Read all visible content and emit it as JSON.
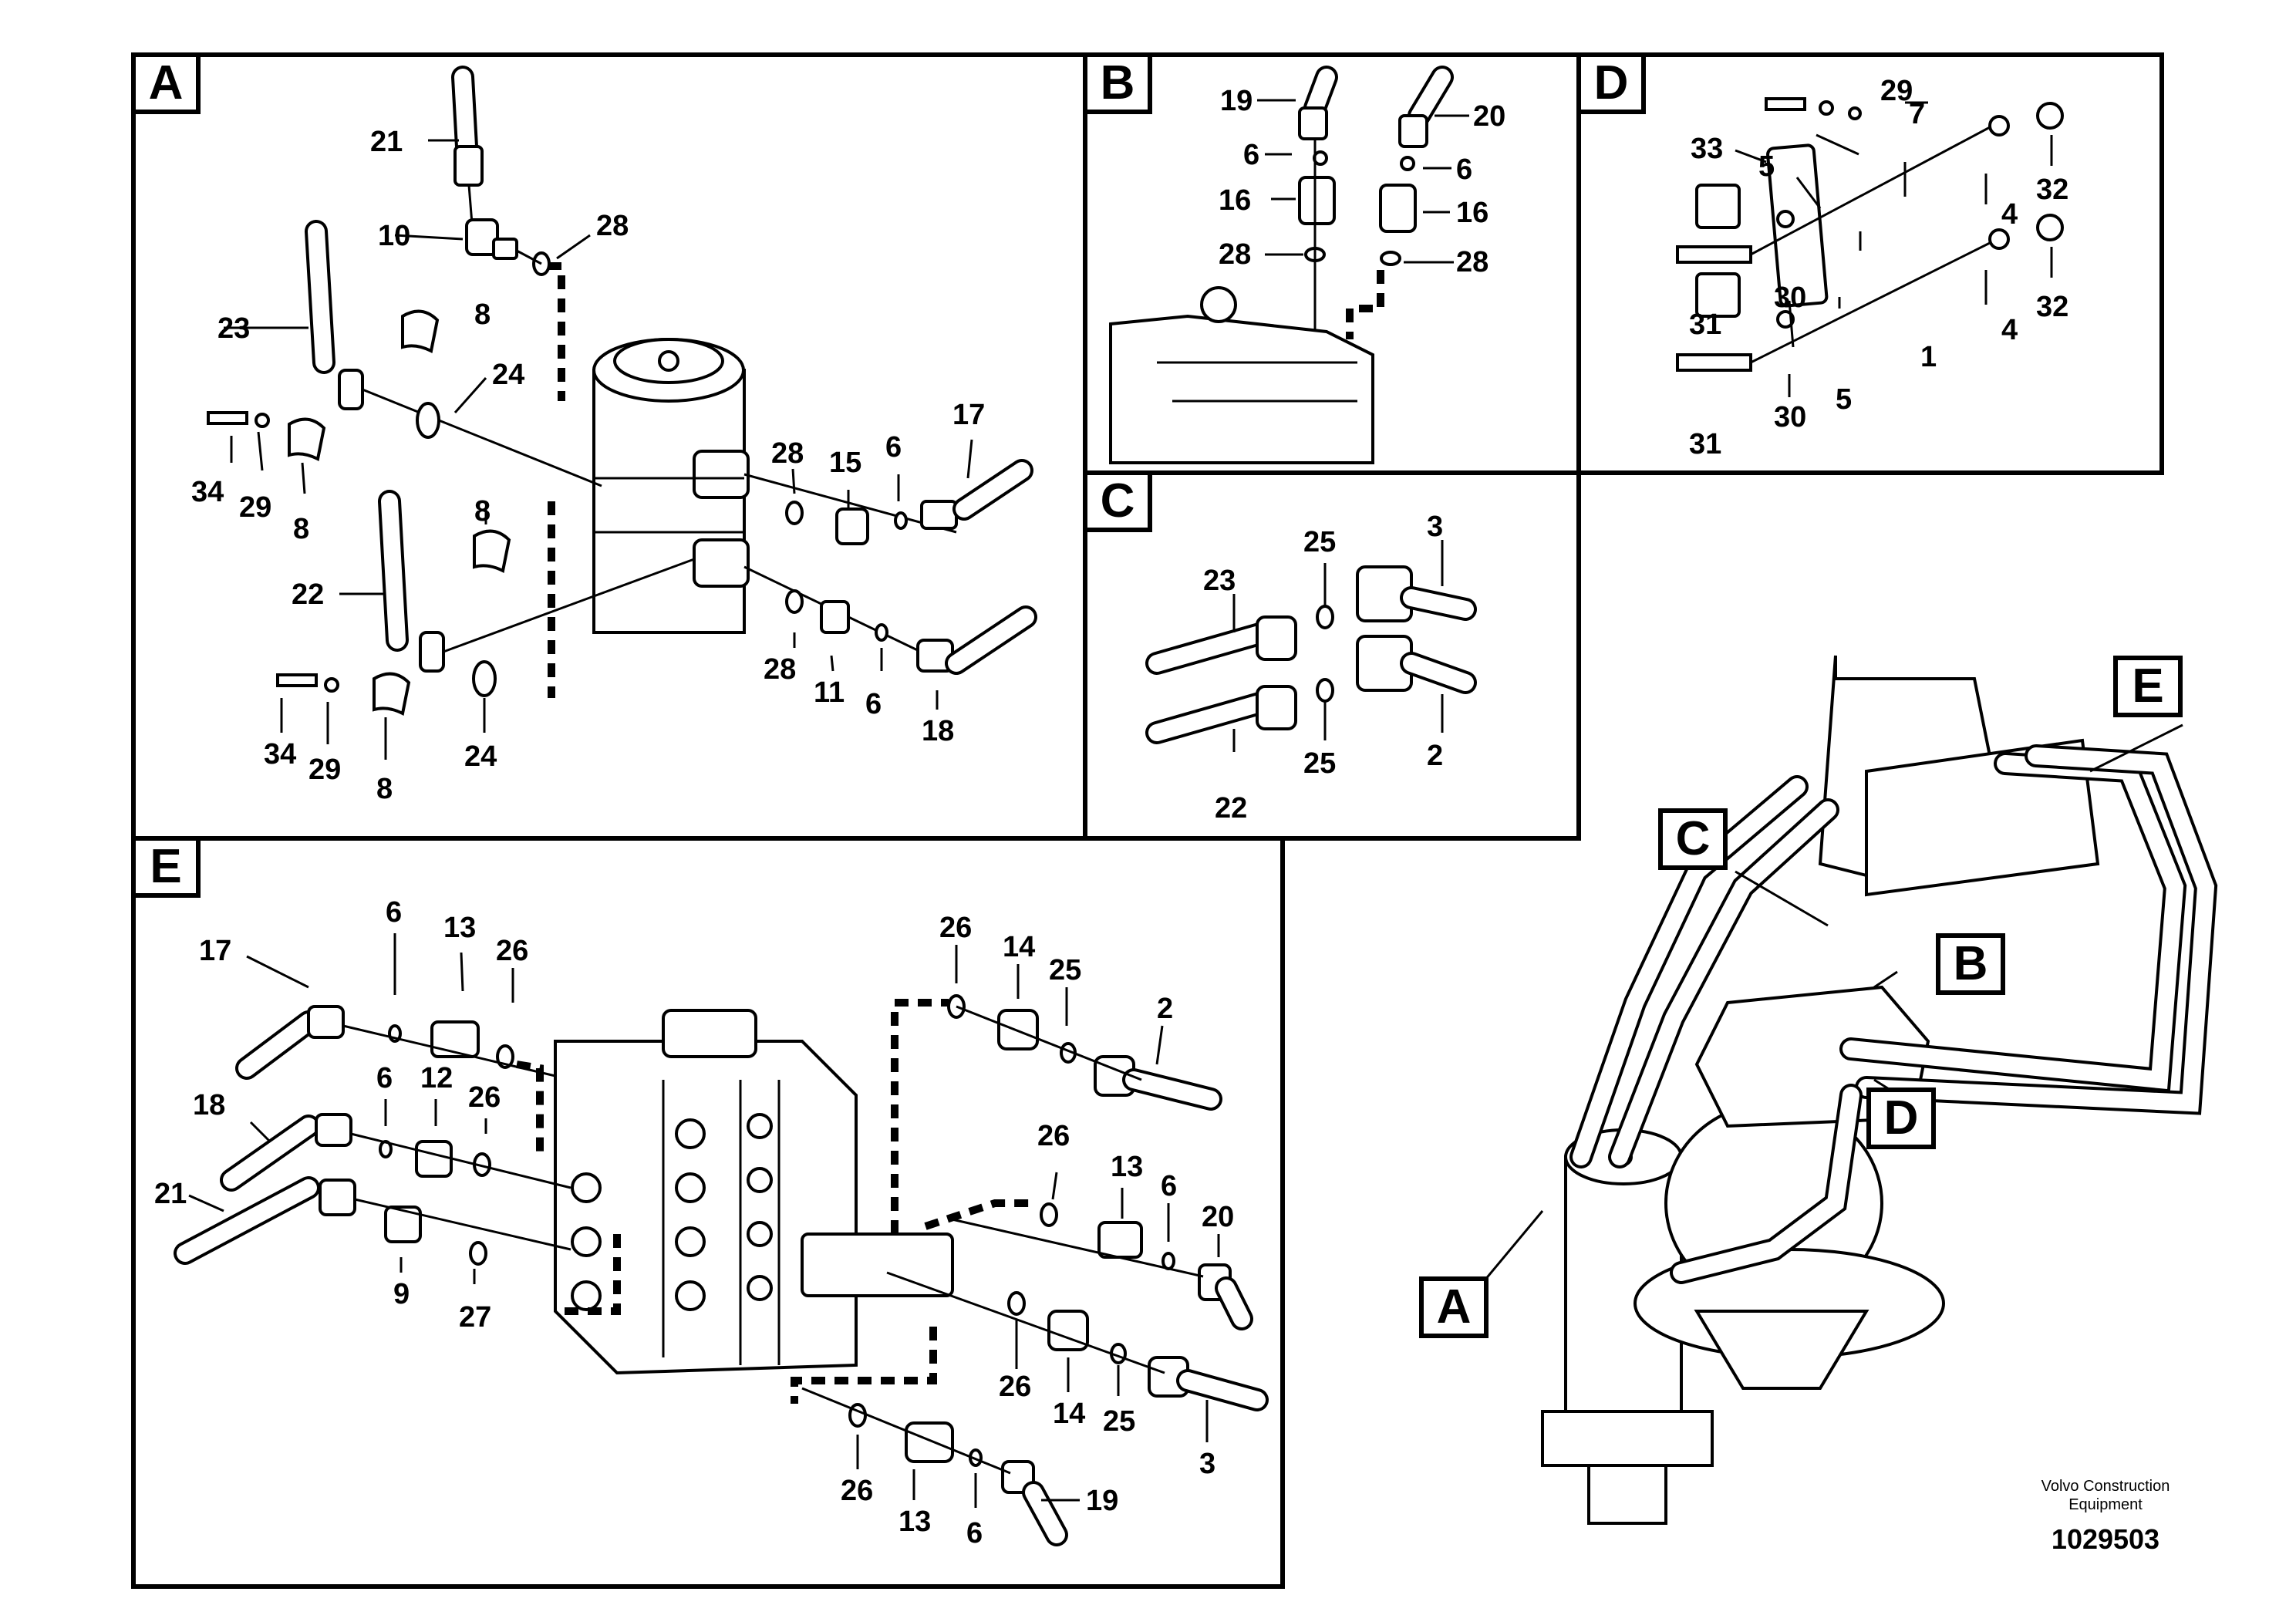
{
  "panels": {
    "A": {
      "label": "A"
    },
    "B": {
      "label": "B"
    },
    "C": {
      "label": "C"
    },
    "D": {
      "label": "D"
    },
    "E": {
      "label": "E"
    }
  },
  "callouts": {
    "A": "A",
    "B": "B",
    "C": "C",
    "D": "D",
    "E": "E"
  },
  "part_numbers": {
    "p1": "1",
    "p2": "2",
    "p3": "3",
    "p4": "4",
    "p5": "5",
    "p6": "6",
    "p7": "7",
    "p8": "8",
    "p9": "9",
    "p10": "10",
    "p11": "11",
    "p12": "12",
    "p13": "13",
    "p14": "14",
    "p15": "15",
    "p16": "16",
    "p17": "17",
    "p18": "18",
    "p19": "19",
    "p20": "20",
    "p21": "21",
    "p22": "22",
    "p23": "23",
    "p24": "24",
    "p25": "25",
    "p26": "26",
    "p27": "27",
    "p28": "28",
    "p29": "29",
    "p30": "30",
    "p31": "31",
    "p32": "32",
    "p33": "33",
    "p34": "34"
  },
  "footer": {
    "manufacturer": "Volvo Construction Equipment",
    "drawing_number": "1029503"
  }
}
